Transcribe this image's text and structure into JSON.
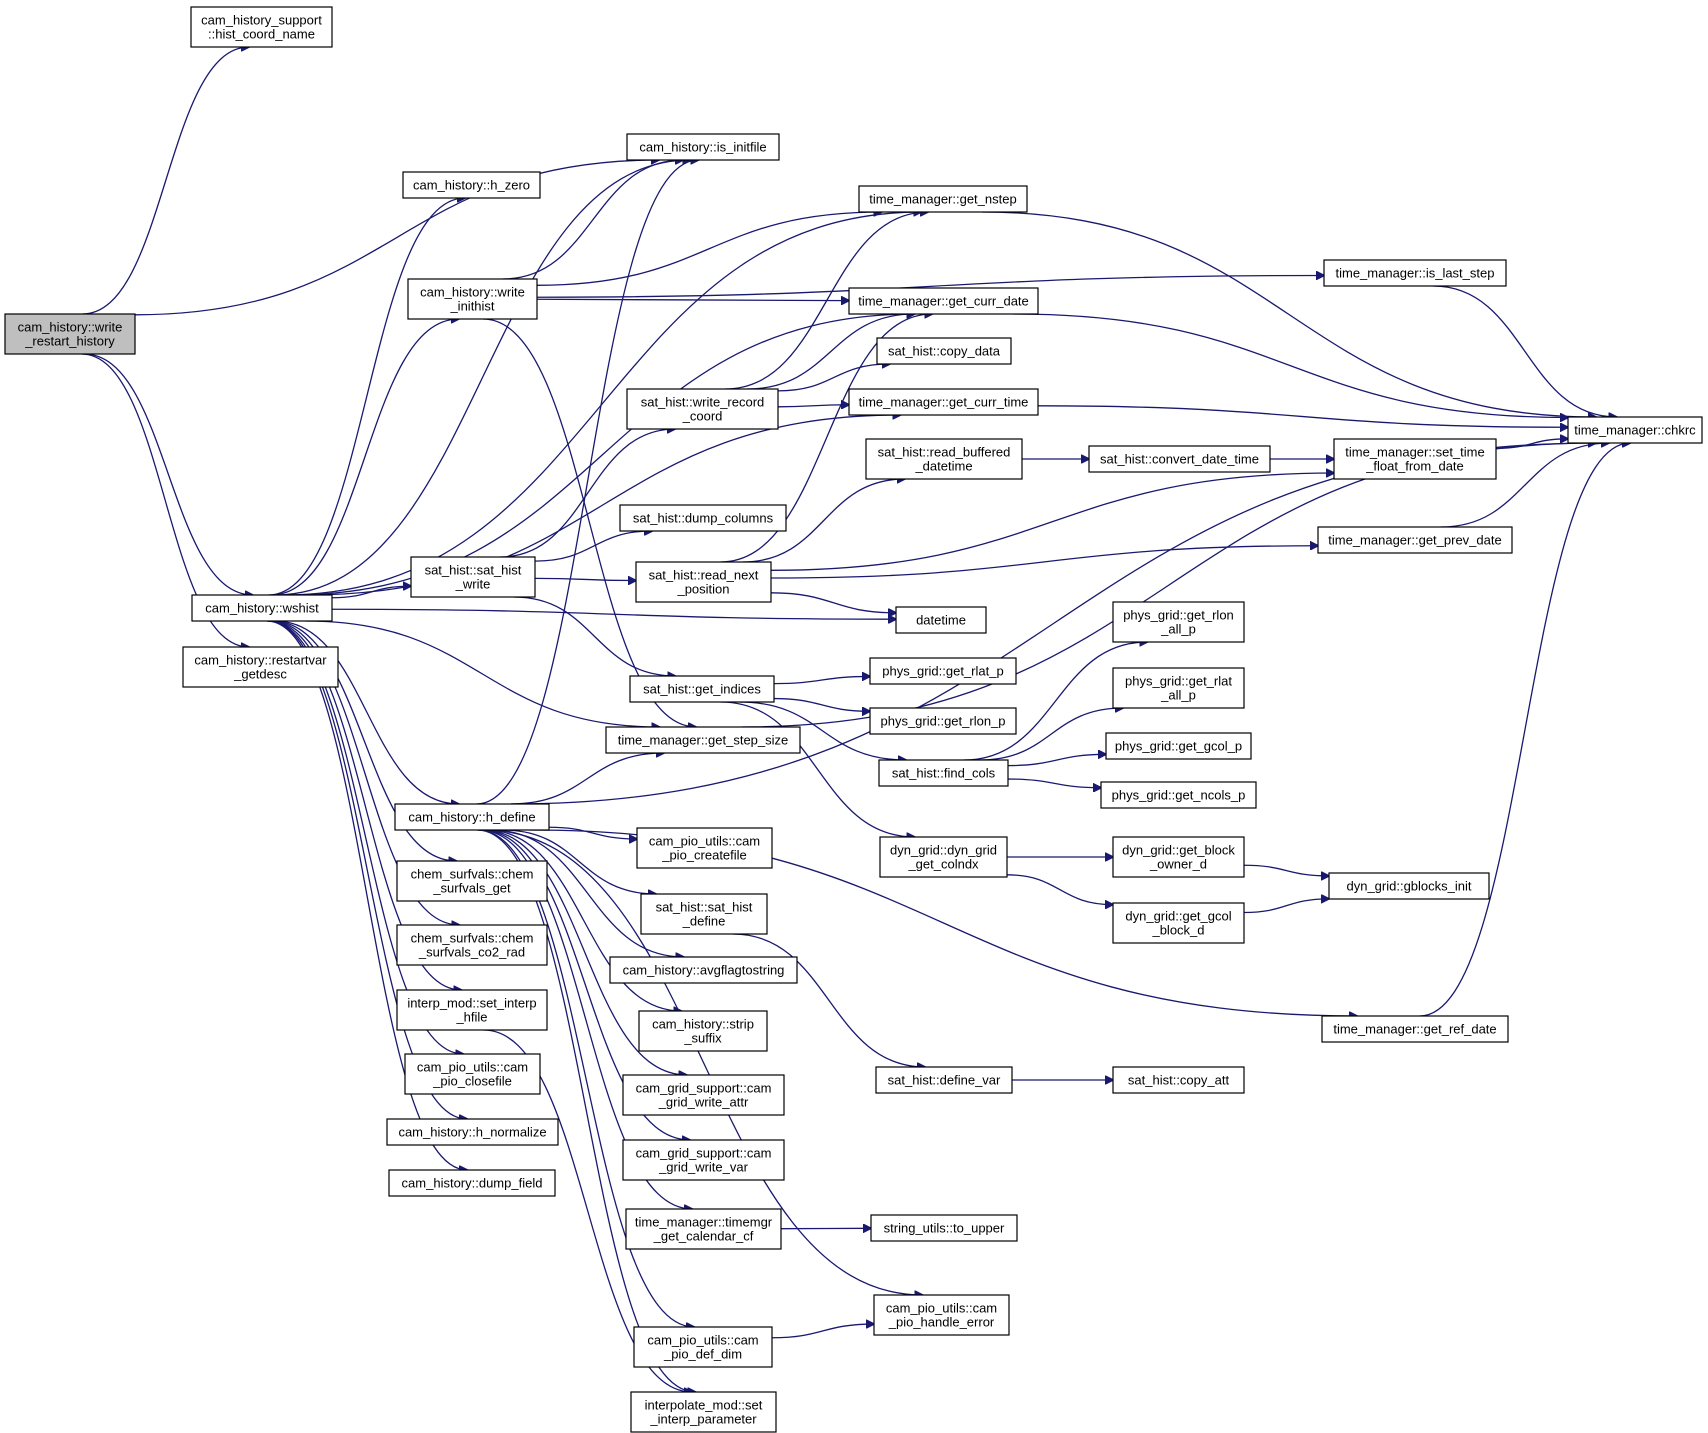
{
  "nodes": {
    "write_restart_history": [
      "cam_history::write",
      "_restart_history"
    ],
    "hist_coord_name": [
      "cam_history_support",
      "::hist_coord_name"
    ],
    "is_initfile": [
      "cam_history::is_initfile"
    ],
    "h_zero": [
      "cam_history::h_zero"
    ],
    "write_inithist": [
      "cam_history::write",
      "_inithist"
    ],
    "get_nstep": [
      "time_manager::get_nstep"
    ],
    "is_last_step": [
      "time_manager::is_last_step"
    ],
    "get_curr_date": [
      "time_manager::get_curr_date"
    ],
    "copy_data": [
      "sat_hist::copy_data"
    ],
    "write_record_coord": [
      "sat_hist::write_record",
      "_coord"
    ],
    "get_curr_time": [
      "time_manager::get_curr_time"
    ],
    "chkrc": [
      "time_manager::chkrc"
    ],
    "read_buffered_datetime": [
      "sat_hist::read_buffered",
      "_datetime"
    ],
    "convert_date_time": [
      "sat_hist::convert_date_time"
    ],
    "set_time_float_from_date": [
      "time_manager::set_time",
      "_float_from_date"
    ],
    "dump_columns": [
      "sat_hist::dump_columns"
    ],
    "get_prev_date": [
      "time_manager::get_prev_date"
    ],
    "sat_hist_write": [
      "sat_hist::sat_hist",
      "_write"
    ],
    "read_next_position": [
      "sat_hist::read_next",
      "_position"
    ],
    "wshist": [
      "cam_history::wshist"
    ],
    "datetime": [
      "datetime"
    ],
    "restartvar_getdesc": [
      "cam_history::restartvar",
      "_getdesc"
    ],
    "get_rlon_all_p": [
      "phys_grid::get_rlon",
      "_all_p"
    ],
    "get_rlat_p": [
      "phys_grid::get_rlat_p"
    ],
    "get_indices": [
      "sat_hist::get_indices"
    ],
    "get_rlat_all_p": [
      "phys_grid::get_rlat",
      "_all_p"
    ],
    "get_rlon_p": [
      "phys_grid::get_rlon_p"
    ],
    "get_step_size": [
      "time_manager::get_step_size"
    ],
    "get_gcol_p": [
      "phys_grid::get_gcol_p"
    ],
    "find_cols": [
      "sat_hist::find_cols"
    ],
    "get_ncols_p": [
      "phys_grid::get_ncols_p"
    ],
    "h_define": [
      "cam_history::h_define"
    ],
    "dyn_grid_get_colndx": [
      "dyn_grid::dyn_grid",
      "_get_colndx"
    ],
    "get_block_owner_d": [
      "dyn_grid::get_block",
      "_owner_d"
    ],
    "cam_pio_createfile": [
      "cam_pio_utils::cam",
      "_pio_createfile"
    ],
    "chem_surfvals_get": [
      "chem_surfvals::chem",
      "_surfvals_get"
    ],
    "gblocks_init": [
      "dyn_grid::gblocks_init"
    ],
    "sat_hist_define": [
      "sat_hist::sat_hist",
      "_define"
    ],
    "get_gcol_block_d": [
      "dyn_grid::get_gcol",
      "_block_d"
    ],
    "chem_surfvals_co2_rad": [
      "chem_surfvals::chem",
      "_surfvals_co2_rad"
    ],
    "avgflagtostring": [
      "cam_history::avgflagtostring"
    ],
    "set_interp_hfile": [
      "interp_mod::set_interp",
      "_hfile"
    ],
    "strip_suffix": [
      "cam_history::strip",
      "_suffix"
    ],
    "get_ref_date": [
      "time_manager::get_ref_date"
    ],
    "cam_pio_closefile": [
      "cam_pio_utils::cam",
      "_pio_closefile"
    ],
    "define_var": [
      "sat_hist::define_var"
    ],
    "copy_att": [
      "sat_hist::copy_att"
    ],
    "cam_grid_write_attr": [
      "cam_grid_support::cam",
      "_grid_write_attr"
    ],
    "h_normalize": [
      "cam_history::h_normalize"
    ],
    "cam_grid_write_var": [
      "cam_grid_support::cam",
      "_grid_write_var"
    ],
    "dump_field": [
      "cam_history::dump_field"
    ],
    "timemgr_get_calendar_cf": [
      "time_manager::timemgr",
      "_get_calendar_cf"
    ],
    "to_upper": [
      "string_utils::to_upper"
    ],
    "cam_pio_handle_error": [
      "cam_pio_utils::cam",
      "_pio_handle_error"
    ],
    "cam_pio_def_dim": [
      "cam_pio_utils::cam",
      "_pio_def_dim"
    ],
    "set_interp_parameter": [
      "interpolate_mod::set",
      "_interp_parameter"
    ]
  },
  "edges": [
    [
      "write_restart_history",
      "hist_coord_name"
    ],
    [
      "write_restart_history",
      "is_initfile"
    ],
    [
      "write_restart_history",
      "wshist"
    ],
    [
      "write_restart_history",
      "restartvar_getdesc"
    ],
    [
      "wshist",
      "is_initfile"
    ],
    [
      "wshist",
      "h_zero"
    ],
    [
      "wshist",
      "write_inithist"
    ],
    [
      "wshist",
      "get_nstep"
    ],
    [
      "wshist",
      "get_curr_date"
    ],
    [
      "wshist",
      "get_curr_time"
    ],
    [
      "wshist",
      "sat_hist_write"
    ],
    [
      "wshist",
      "datetime"
    ],
    [
      "wshist",
      "get_step_size"
    ],
    [
      "wshist",
      "h_define"
    ],
    [
      "wshist",
      "chem_surfvals_get"
    ],
    [
      "wshist",
      "chem_surfvals_co2_rad"
    ],
    [
      "wshist",
      "set_interp_hfile"
    ],
    [
      "wshist",
      "cam_pio_closefile"
    ],
    [
      "wshist",
      "h_normalize"
    ],
    [
      "wshist",
      "dump_field"
    ],
    [
      "write_inithist",
      "is_initfile"
    ],
    [
      "write_inithist",
      "get_nstep"
    ],
    [
      "write_inithist",
      "is_last_step"
    ],
    [
      "write_inithist",
      "get_curr_date"
    ],
    [
      "write_inithist",
      "get_step_size"
    ],
    [
      "get_nstep",
      "chkrc"
    ],
    [
      "is_last_step",
      "chkrc"
    ],
    [
      "get_curr_date",
      "chkrc"
    ],
    [
      "get_curr_time",
      "chkrc"
    ],
    [
      "set_time_float_from_date",
      "chkrc"
    ],
    [
      "get_prev_date",
      "chkrc"
    ],
    [
      "get_ref_date",
      "chkrc"
    ],
    [
      "get_step_size",
      "chkrc"
    ],
    [
      "write_record_coord",
      "get_nstep"
    ],
    [
      "write_record_coord",
      "get_curr_date"
    ],
    [
      "write_record_coord",
      "copy_data"
    ],
    [
      "write_record_coord",
      "get_curr_time"
    ],
    [
      "sat_hist_write",
      "write_record_coord"
    ],
    [
      "sat_hist_write",
      "dump_columns"
    ],
    [
      "sat_hist_write",
      "read_next_position"
    ],
    [
      "sat_hist_write",
      "get_indices"
    ],
    [
      "read_next_position",
      "get_curr_date"
    ],
    [
      "read_next_position",
      "read_buffered_datetime"
    ],
    [
      "read_next_position",
      "set_time_float_from_date"
    ],
    [
      "read_next_position",
      "get_prev_date"
    ],
    [
      "read_next_position",
      "datetime"
    ],
    [
      "read_buffered_datetime",
      "convert_date_time"
    ],
    [
      "convert_date_time",
      "set_time_float_from_date"
    ],
    [
      "get_indices",
      "get_rlat_p"
    ],
    [
      "get_indices",
      "get_rlon_p"
    ],
    [
      "get_indices",
      "find_cols"
    ],
    [
      "get_indices",
      "dyn_grid_get_colndx"
    ],
    [
      "find_cols",
      "get_rlon_all_p"
    ],
    [
      "find_cols",
      "get_rlat_all_p"
    ],
    [
      "find_cols",
      "get_gcol_p"
    ],
    [
      "find_cols",
      "get_ncols_p"
    ],
    [
      "dyn_grid_get_colndx",
      "get_block_owner_d"
    ],
    [
      "dyn_grid_get_colndx",
      "get_gcol_block_d"
    ],
    [
      "get_block_owner_d",
      "gblocks_init"
    ],
    [
      "get_gcol_block_d",
      "gblocks_init"
    ],
    [
      "h_define",
      "is_initfile"
    ],
    [
      "h_define",
      "get_step_size"
    ],
    [
      "h_define",
      "get_ref_date"
    ],
    [
      "h_define",
      "cam_pio_createfile"
    ],
    [
      "h_define",
      "sat_hist_define"
    ],
    [
      "h_define",
      "avgflagtostring"
    ],
    [
      "h_define",
      "strip_suffix"
    ],
    [
      "h_define",
      "cam_grid_write_attr"
    ],
    [
      "h_define",
      "cam_grid_write_var"
    ],
    [
      "h_define",
      "timemgr_get_calendar_cf"
    ],
    [
      "h_define",
      "cam_pio_handle_error"
    ],
    [
      "h_define",
      "cam_pio_def_dim"
    ],
    [
      "h_define",
      "set_interp_parameter"
    ],
    [
      "h_define",
      "chkrc"
    ],
    [
      "sat_hist_define",
      "define_var"
    ],
    [
      "define_var",
      "copy_att"
    ],
    [
      "timemgr_get_calendar_cf",
      "to_upper"
    ],
    [
      "cam_pio_def_dim",
      "cam_pio_handle_error"
    ],
    [
      "set_interp_hfile",
      "set_interp_parameter"
    ]
  ]
}
